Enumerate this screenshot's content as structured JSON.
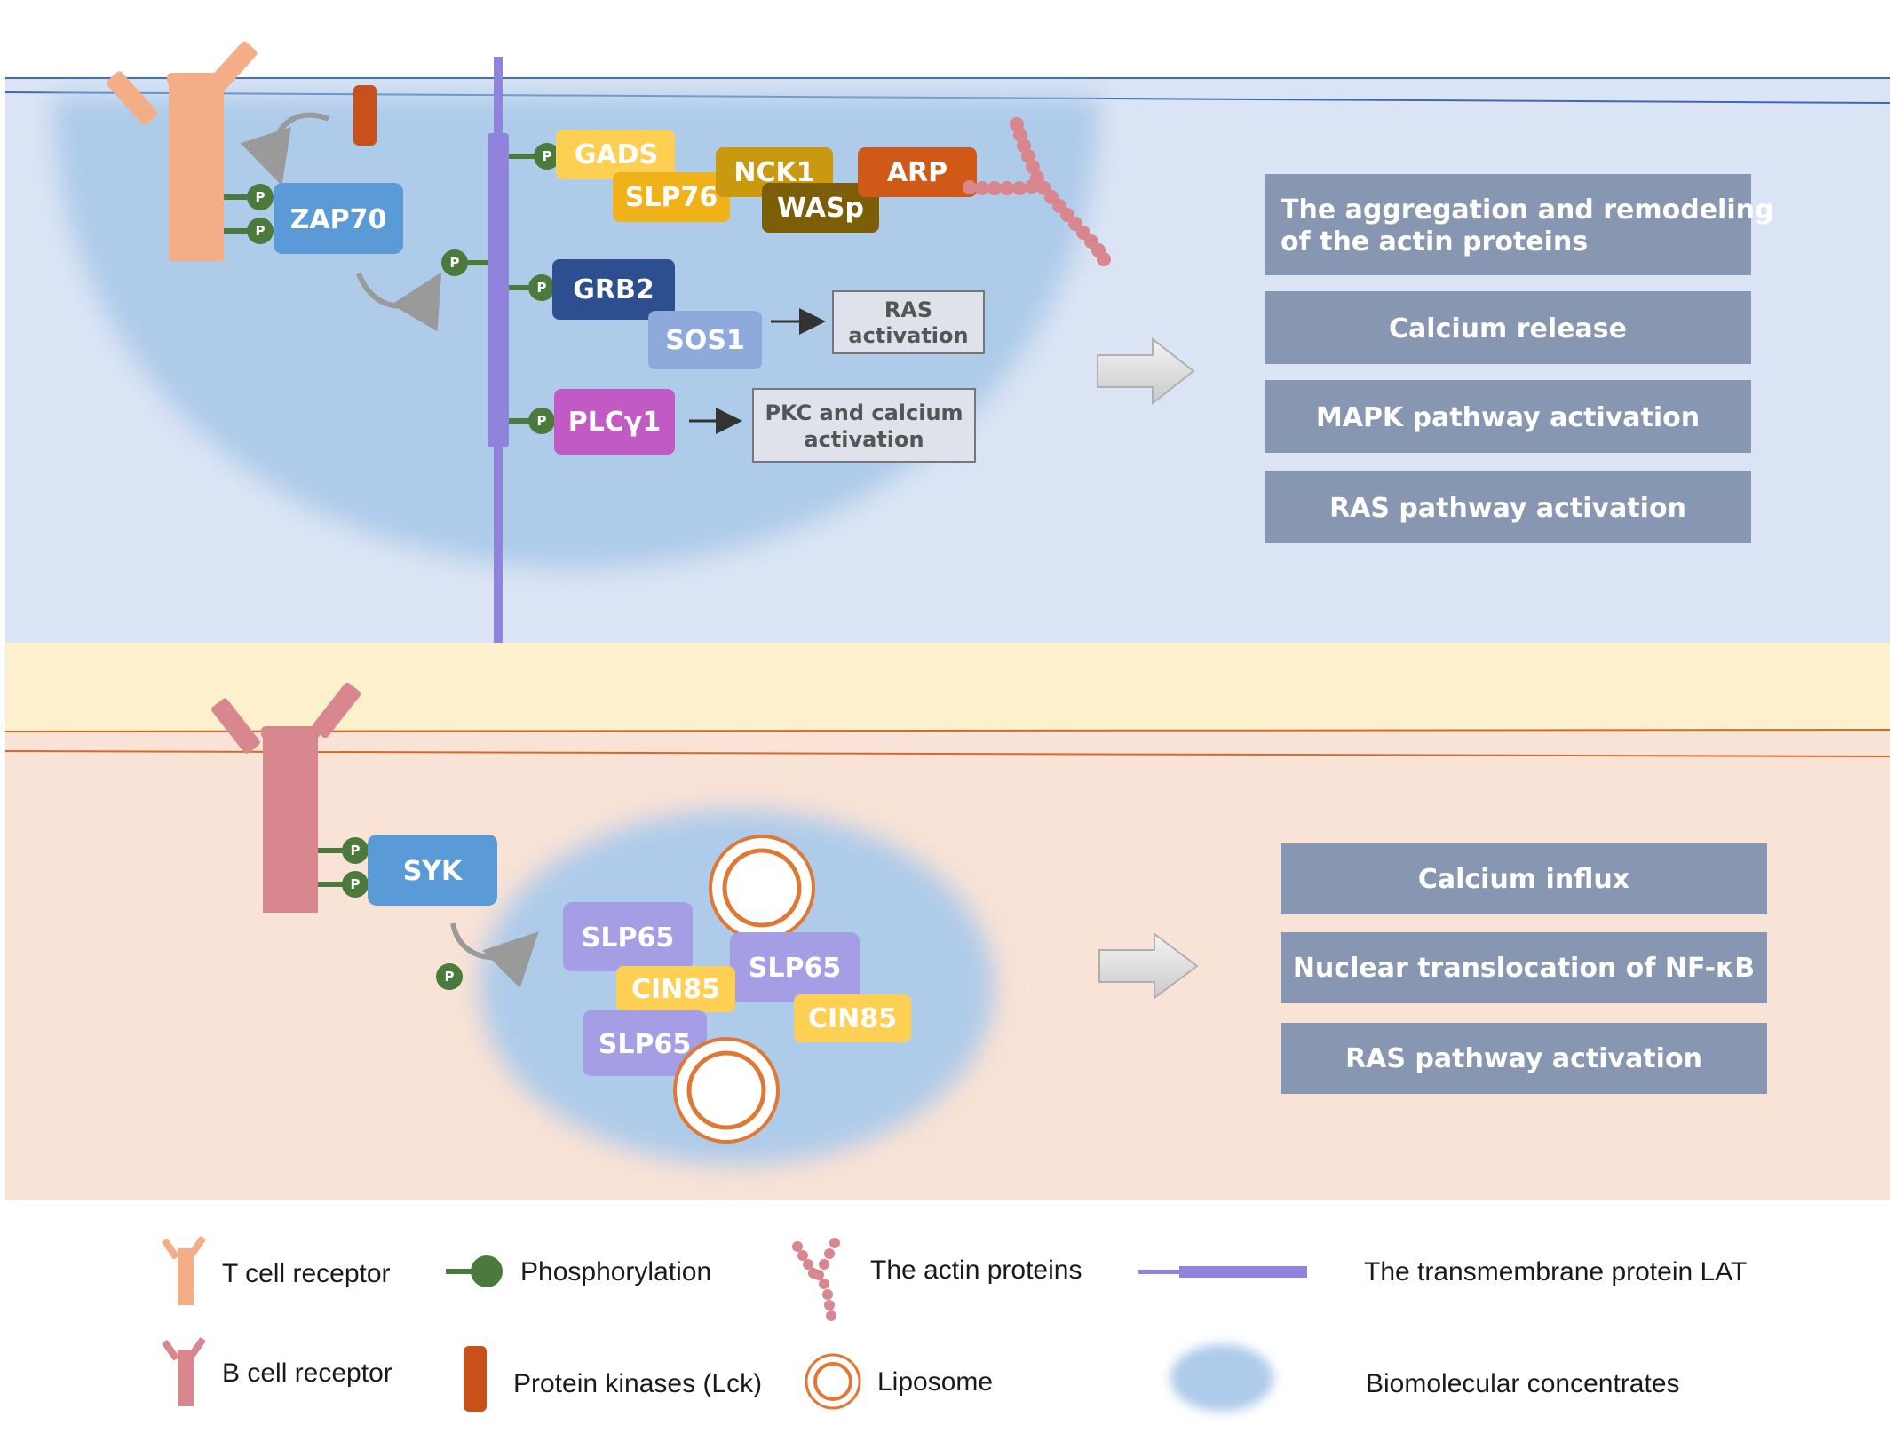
{
  "colors": {
    "tcell_bg": "#dae4f4",
    "bcell_bg": "#f9e2d6",
    "yellow_band": "#fdf0cc",
    "condensate": "#aecbea",
    "tcr": "#f3ae87",
    "bcr": "#d9878f",
    "lck": "#c8501a",
    "lat": "#8f83dc",
    "phospho": "#4a7a3c",
    "outcome_box": "#8797b2"
  },
  "tcell": {
    "zap70": "ZAP70",
    "gads": "GADS",
    "slp76": "SLP76",
    "nck1": "NCK1",
    "wasp": "WASp",
    "arp": "ARP",
    "grb2": "GRB2",
    "sos1": "SOS1",
    "plcg1": "PLCγ1",
    "ras_activation_line1": "RAS",
    "ras_activation_line2": "activation",
    "pkc_line1": "PKC and calcium",
    "pkc_line2": "activation",
    "outcomes": [
      {
        "line1": "The aggregation and remodeling",
        "line2": "of the actin proteins"
      },
      {
        "line1": "Calcium release"
      },
      {
        "line1": "MAPK pathway activation"
      },
      {
        "line1": "RAS pathway activation"
      }
    ]
  },
  "bcell": {
    "syk": "SYK",
    "slp65_a": "SLP65",
    "slp65_b": "SLP65",
    "slp65_c": "SLP65",
    "cin85_a": "CIN85",
    "cin85_b": "CIN85",
    "outcomes": [
      "Calcium influx",
      "Nuclear translocation of NF-κB",
      "RAS pathway activation"
    ]
  },
  "phospho_label": "P",
  "legend": {
    "tcr": "T cell receptor",
    "bcr": "B cell receptor",
    "phosphorylation": "Phosphorylation",
    "kinase": "Protein kinases (Lck)",
    "actin": "The actin proteins",
    "liposome": "Liposome",
    "lat": "The transmembrane protein LAT",
    "condensate": "Biomolecular concentrates"
  }
}
